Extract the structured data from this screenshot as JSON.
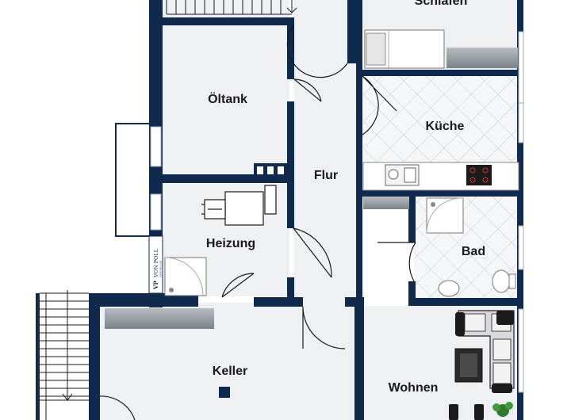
{
  "rooms": {
    "schlafen": "Schlafen",
    "oeltank": "Öltank",
    "kueche": "Küche",
    "flur": "Flur",
    "heizung": "Heizung",
    "bad": "Bad",
    "keller": "Keller",
    "wohnen": "Wohnen"
  },
  "logo": {
    "monogram": "VP",
    "brand": "VON POLL",
    "sub": "IMMOBILIEN"
  },
  "colors": {
    "wall": "#0f2a4d",
    "floor": "#eef0f3",
    "tile": "#f4f6f8",
    "window": "#9aa9b8"
  }
}
